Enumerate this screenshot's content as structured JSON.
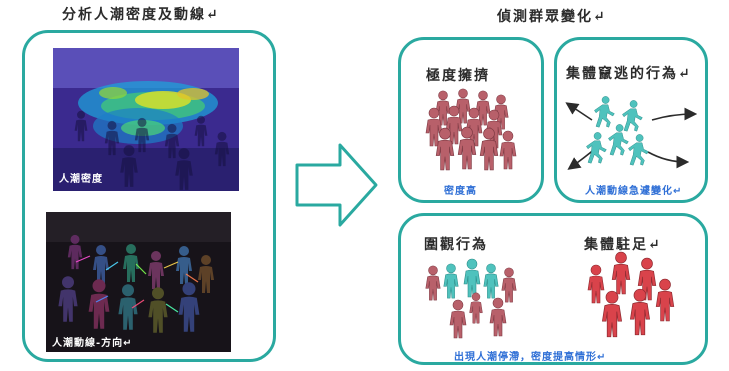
{
  "left_panel": {
    "title": "分析人潮密度及動線↵",
    "density_photo_label": "人潮密度",
    "flow_photo_label": "人潮動線-方向↵"
  },
  "right_panel": {
    "title": "偵測群眾變化↵",
    "box_dense": {
      "heading": "極度擁擠",
      "note": "密度高"
    },
    "box_escape": {
      "heading": "集體竄逃的行為↵",
      "note": "人潮動線急遽變化↵"
    },
    "box_gather": {
      "heading_left": "圍觀行為",
      "heading_right": "集體駐足↵",
      "note": "出現人潮停滯，密度提高情形↵"
    }
  },
  "colors": {
    "border": "#2aa9a0",
    "crowd_red": "#b8606a",
    "crowd_teal": "#4fc2bd",
    "crowd_bright_red": "#d9434b",
    "note_blue": "#2f6fd6"
  }
}
